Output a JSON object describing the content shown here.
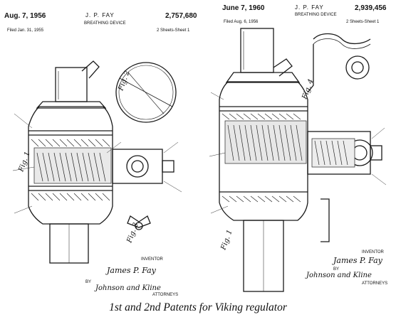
{
  "caption": "1st and 2nd Patents for Viking regulator",
  "left_patent": {
    "date": "Aug. 7, 1956",
    "inventor_header": "J. P. FAY",
    "patent_number": "2,757,680",
    "title": "BREATHING DEVICE",
    "filed": "Filed Jan. 31, 1955",
    "sheets": "2 Sheets-Sheet 1",
    "fig_labels": [
      "Fig. 1",
      "Fig. 2",
      "Fig. 3"
    ],
    "inventor_label": "INVENTOR",
    "inventor_name": "James P. Fay",
    "by_label": "BY",
    "attorneys_signature": "Johnson and Kline",
    "attorneys_label": "ATTORNEYS"
  },
  "right_patent": {
    "date": "June 7, 1960",
    "inventor_header": "J. P. FAY",
    "patent_number": "2,939,456",
    "title": "BREATHING DEVICE",
    "filed": "Filed Aug. 6, 1956",
    "sheets": "2 Sheets-Sheet 1",
    "fig_labels": [
      "Fig. 1",
      "Fig. 4"
    ],
    "inventor_label": "INVENTOR",
    "inventor_name": "James P. Fay",
    "by_label": "BY",
    "attorneys_signature": "Johnson and Kline",
    "attorneys_label": "ATTORNEYS"
  }
}
